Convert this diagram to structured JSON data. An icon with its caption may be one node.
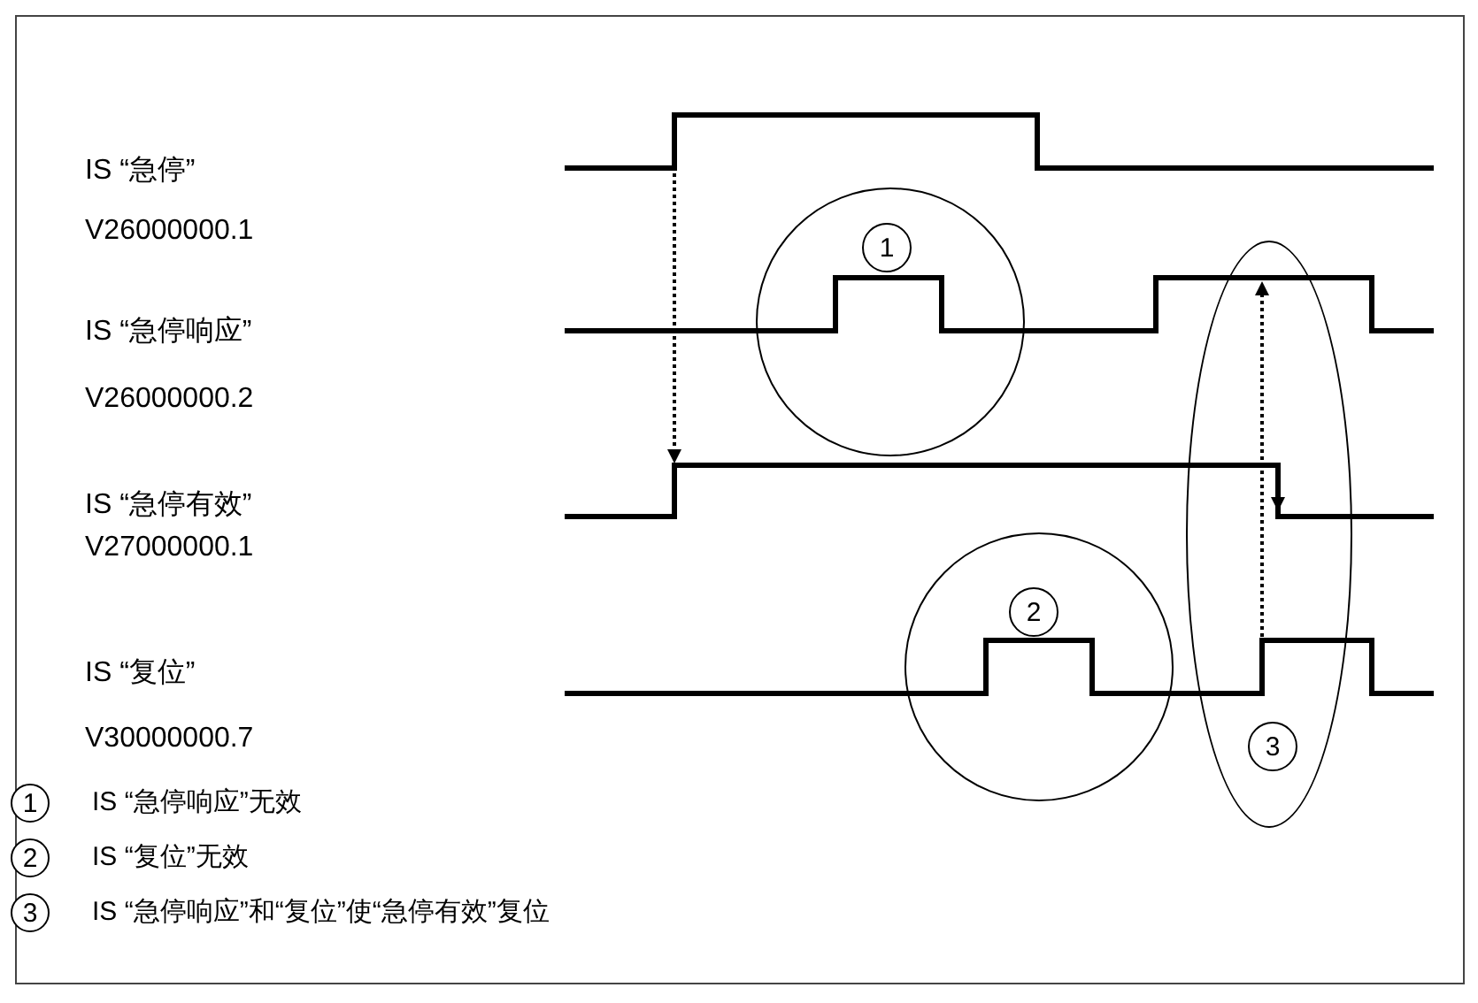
{
  "diagram": {
    "nodes": [
      {
        "text": [],
        "shape": "circle"
      },
      {
        "text": [
          "1"
        ],
        "in": 0
      },
      {
        "text": [],
        "shape": "ellipse"
      },
      {
        "text": [],
        "shape": "circle"
      },
      {
        "text": [
          "2"
        ],
        "in": 3
      },
      {
        "text": [
          "3"
        ],
        "in": 2
      },
      {
        "text": [
          "1"
        ],
        "beside": [
          "IS “急停响应”无效"
        ]
      },
      {
        "text": [
          "2"
        ],
        "beside": [
          "IS “复位”无效"
        ]
      },
      {
        "text": [
          "3"
        ],
        "beside": [
          "IS “急停响应”和“复位”使“急停有效”复位"
        ]
      }
    ],
    "edges": [],
    "labels": [
      "IS “急停”",
      "V26000000.1",
      "IS “急停响应”",
      "V26000000.2",
      "IS “急停有效”",
      "V27000000.1",
      "IS “复位”",
      "V30000000.7"
    ]
  }
}
